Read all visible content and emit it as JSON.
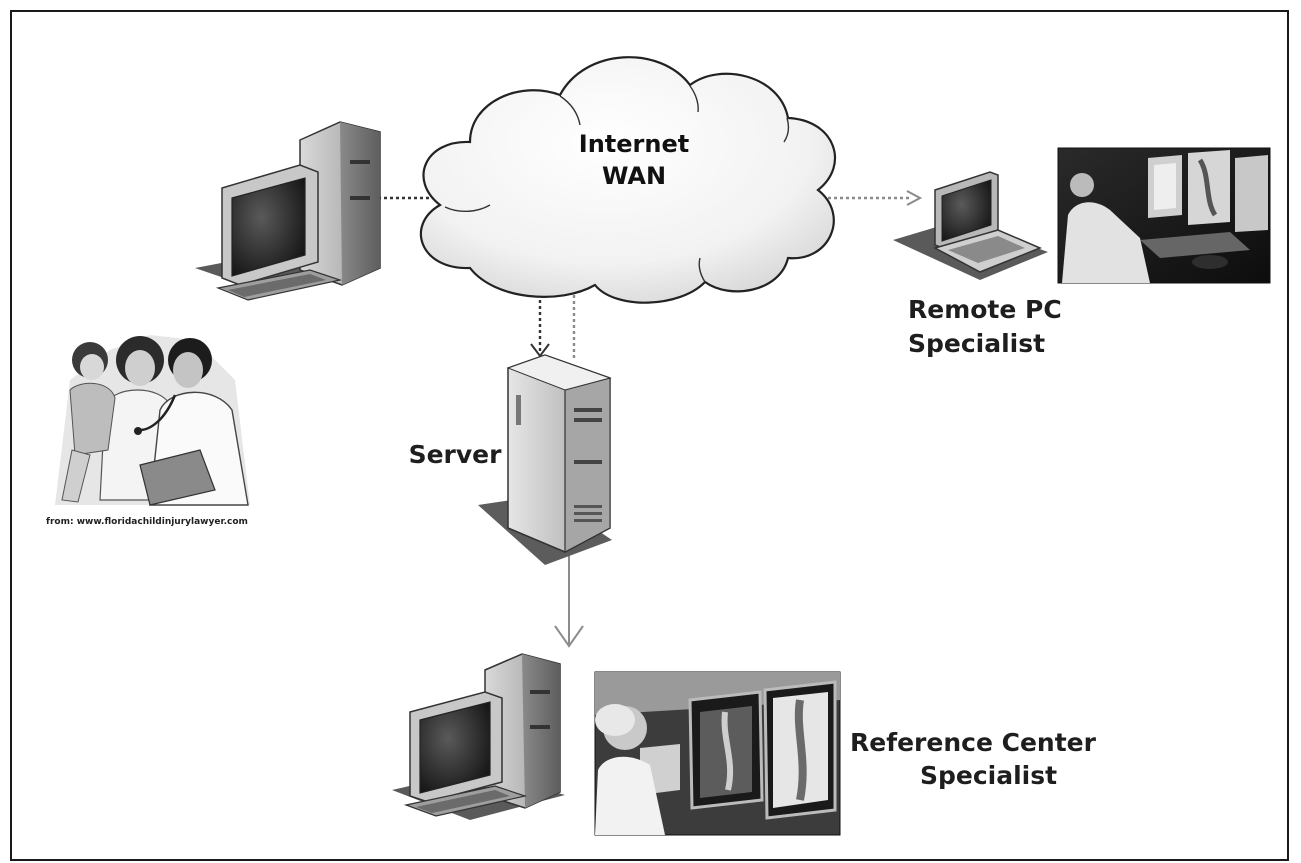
{
  "diagram": {
    "cloud": {
      "line1": "Internet",
      "line2": "WAN"
    },
    "server": {
      "label": "Server"
    },
    "remote": {
      "line1": "Remote PC",
      "line2": "Specialist"
    },
    "reference": {
      "line1": "Reference Center",
      "line2": "Specialist"
    },
    "credit": "from: www.floridachildinjurylawyer.com"
  }
}
